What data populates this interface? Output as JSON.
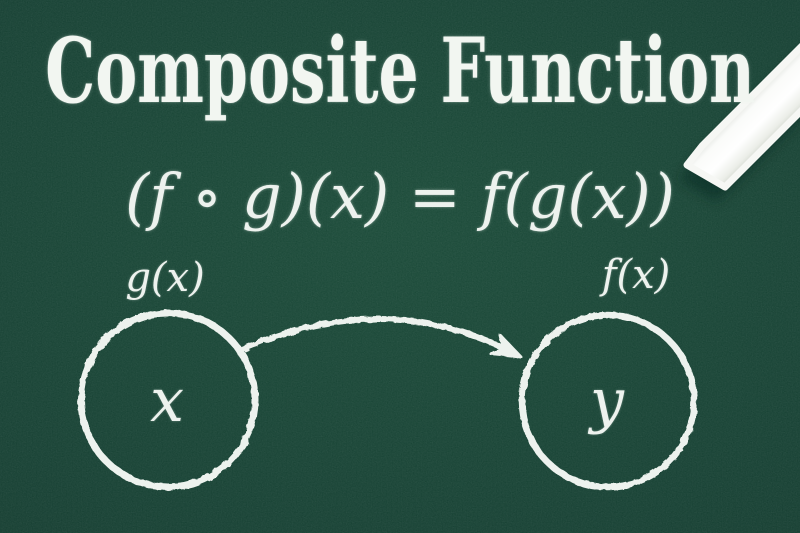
{
  "board": {
    "title": "Composite Function",
    "formula": "(f ∘ g)(x) = f(g(x))",
    "diagram": {
      "left": {
        "label": "g(x)",
        "value": "x"
      },
      "right": {
        "label": "f(x)",
        "value": "y"
      }
    },
    "colors": {
      "board_green": "#0d392b",
      "board_vignette": "#0a2f23",
      "chalk_white": "#edf2ee"
    },
    "props": {
      "chalk_stick": "white-chalk-stick"
    }
  }
}
